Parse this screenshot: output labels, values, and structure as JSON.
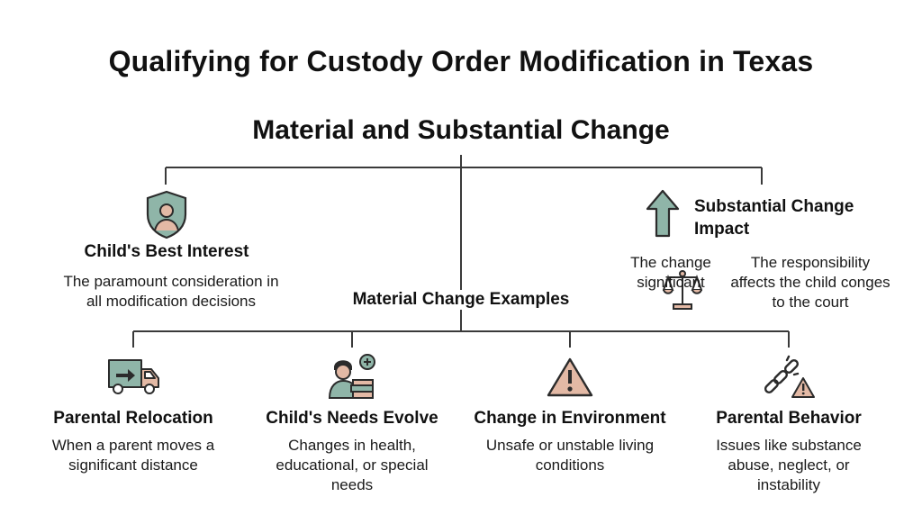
{
  "title": "Qualifying for Custody Order Modification in Texas",
  "main_heading": "Material and Substantial Change",
  "best_interest": {
    "title": "Child's Best Interest",
    "desc_line1": "The paramount consideration in",
    "desc_line2": "all modification decisions",
    "icon": "shield-person-icon"
  },
  "substantial": {
    "title_line1": "Substantial Change",
    "title_line2": "Impact",
    "left_line1": "The change",
    "left_line2": "significant",
    "right_line1": "The responsibility",
    "right_line2": "affects the child conges",
    "right_line3": "to the court",
    "icons": [
      "up-arrow-icon",
      "scales-icon"
    ]
  },
  "examples_heading": "Material Change Examples",
  "examples": [
    {
      "title": "Parental Relocation",
      "line1": "When a parent moves a",
      "line2": "significant distance",
      "line3": "",
      "icon": "moving-truck-icon"
    },
    {
      "title": "Child's Needs Evolve",
      "line1": "Changes in health,",
      "line2": "educational, or special",
      "line3": "needs",
      "icon": "child-books-icon"
    },
    {
      "title": "Change in Environment",
      "line1": "Unsafe or unstable living",
      "line2": "conditions",
      "line3": "",
      "icon": "warning-triangle-icon"
    },
    {
      "title": "Parental Behavior",
      "line1": "Issues like substance",
      "line2": "abuse, neglect, or",
      "line3": "instability",
      "icon": "broken-chain-icon"
    }
  ],
  "colors": {
    "icon_teal": "#8fb5a8",
    "icon_peach": "#e3b9a5",
    "outline": "#2b2b2b",
    "line": "#3a3a3a"
  }
}
